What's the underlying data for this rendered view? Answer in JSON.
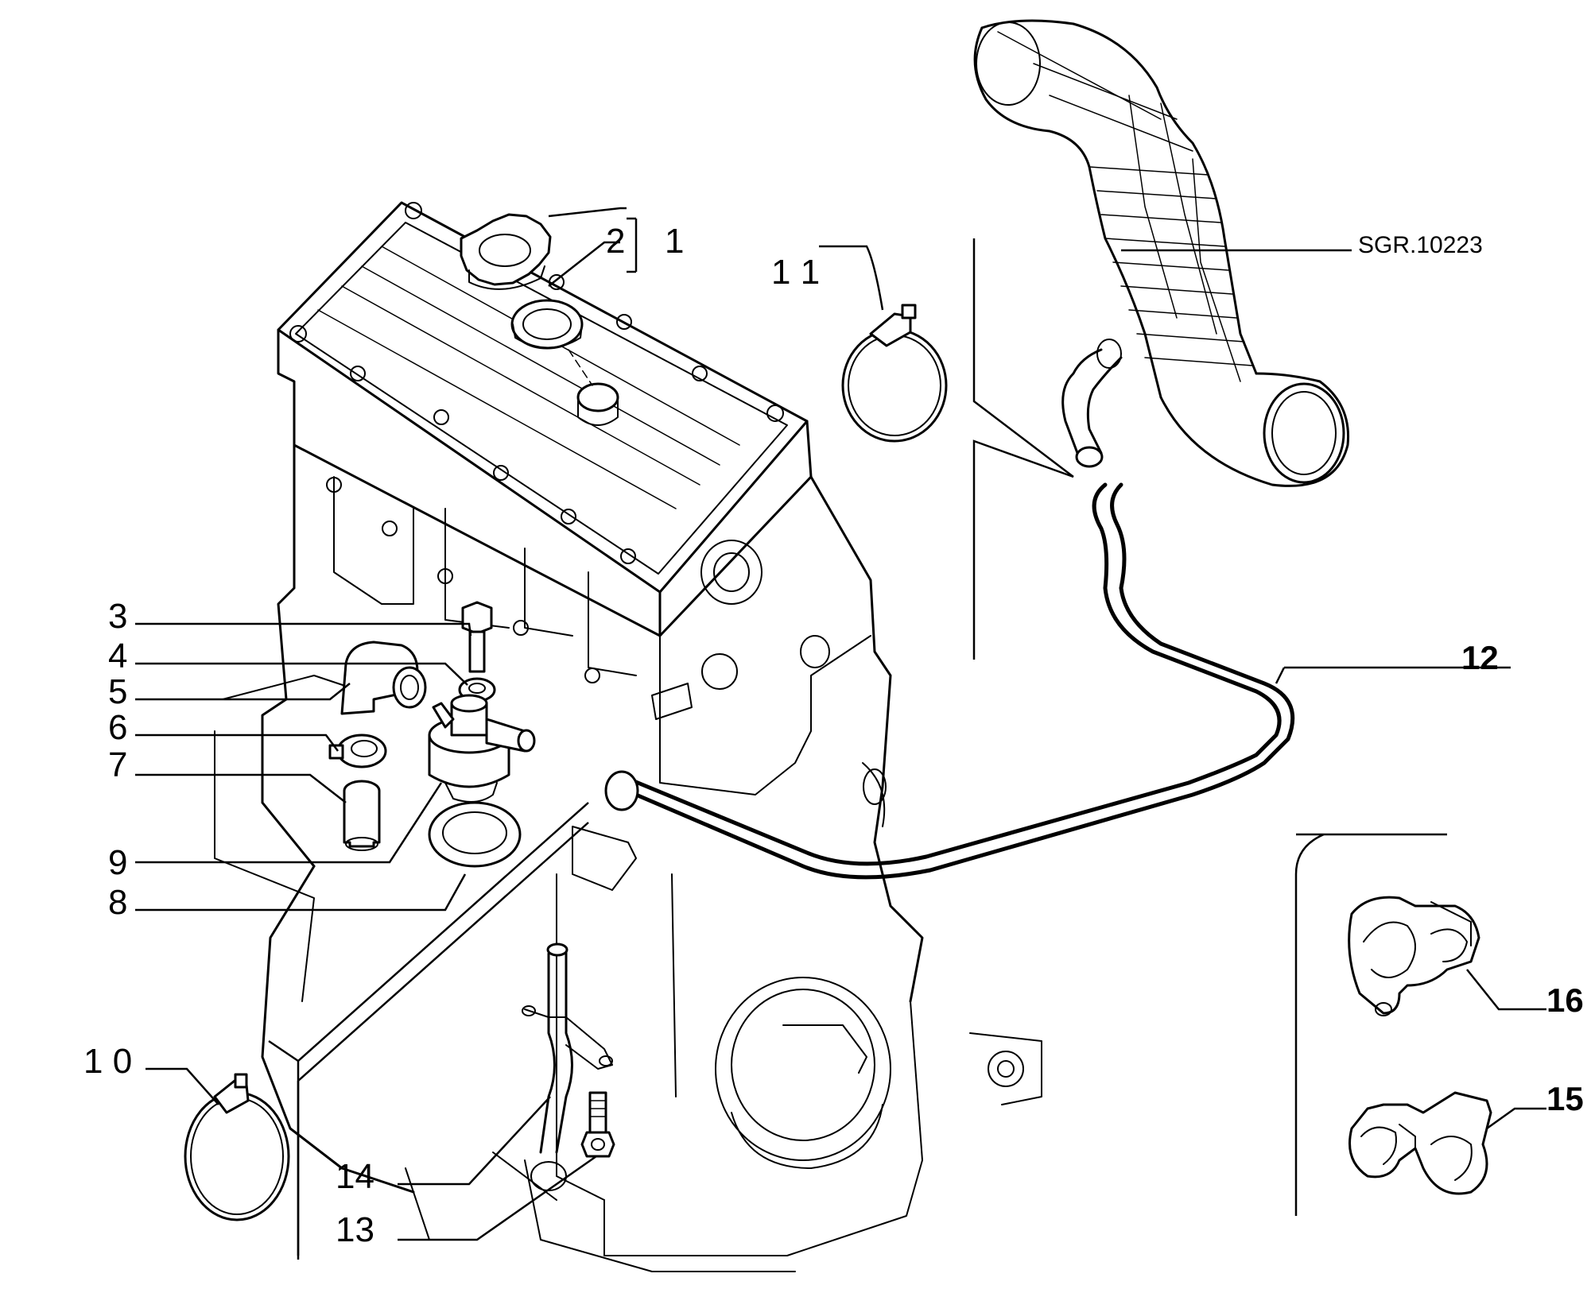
{
  "reference": "SGR.10223",
  "callouts": {
    "c1": "1",
    "c2": "2",
    "c3": "3",
    "c4": "4",
    "c5": "5",
    "c6": "6",
    "c7": "7",
    "c8": "8",
    "c9": "9",
    "c10": "1 0",
    "c11": "1 1",
    "c12": "12",
    "c13": "13",
    "c14": "14",
    "c15": "15",
    "c16": "16"
  }
}
